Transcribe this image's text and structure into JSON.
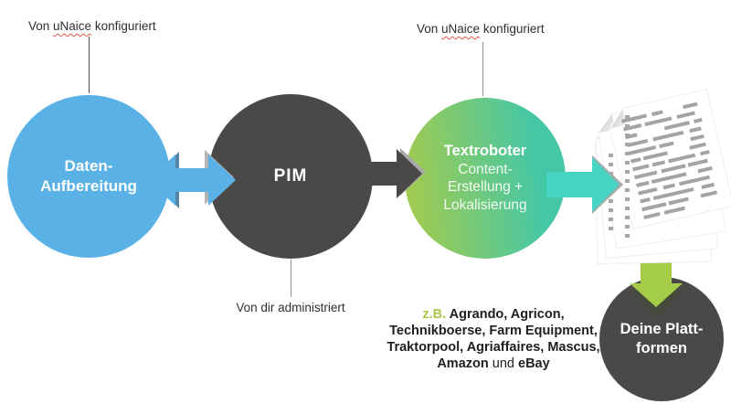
{
  "colors": {
    "blue_circle": "#59b1e6",
    "dark_circle": "#4b4848",
    "green_gradient_start": "#a2cb4f",
    "green_gradient_end": "#45c7a6",
    "teal_arrow": "#47d4c3",
    "lime_arrow": "#a5cc49",
    "zb_green": "#a9c84c",
    "squiggle_red": "#e0524e",
    "label_text": "#2e2e2e"
  },
  "annotations": {
    "configured_left": {
      "pre": "Von ",
      "word": "uNaice",
      "post": " konfiguriert"
    },
    "configured_right": {
      "pre": "Von ",
      "word": "uNaice",
      "post": " konfiguriert"
    },
    "pim_admin": "Von dir administriert"
  },
  "nodes": {
    "data_prep": {
      "line1": "Daten-",
      "line2": "Aufbereitung"
    },
    "pim": {
      "label": "PIM"
    },
    "textrobot": {
      "title": "Textroboter",
      "line1": "Content-",
      "line2": "Erstellung +",
      "line3": "Lokalisierung"
    },
    "platforms": {
      "line1": "Deine Platt-",
      "line2": "formen"
    }
  },
  "examples": {
    "zb": "z.B.",
    "line1": "Agrando, Agricon,",
    "line2": "Technikboerse, Farm Equipment,",
    "line3": "Traktorpool, Agriaffaires, Mascus,",
    "line4_a": "Amazon",
    "line4_und": "und",
    "line4_b": "eBay"
  }
}
